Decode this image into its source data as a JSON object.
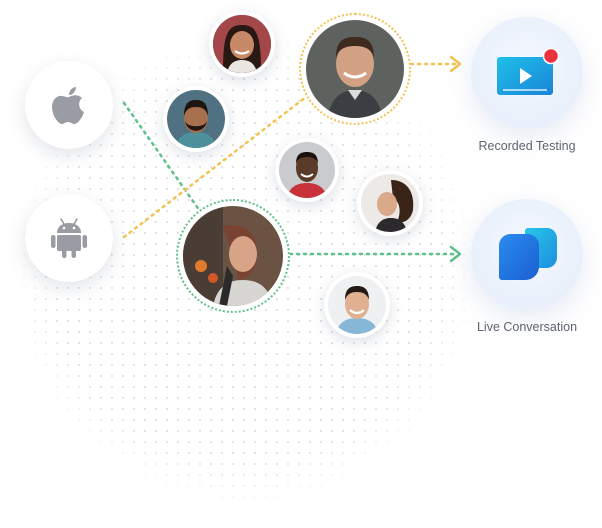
{
  "platforms": [
    {
      "name": "apple",
      "icon": "apple-icon"
    },
    {
      "name": "android",
      "icon": "android-icon"
    }
  ],
  "features": [
    {
      "label": "Recorded Testing",
      "icon": "video-player-icon",
      "accent": "#e8333f"
    },
    {
      "label": "Live Conversation",
      "icon": "chat-bubbles-icon"
    }
  ],
  "colors": {
    "recorded_link": "#f3c24f",
    "live_link": "#5fc08a",
    "icon_gray": "#9a9ca3",
    "video_blue": "#1aa3e0",
    "chat_blue": "#1f6fe0"
  }
}
